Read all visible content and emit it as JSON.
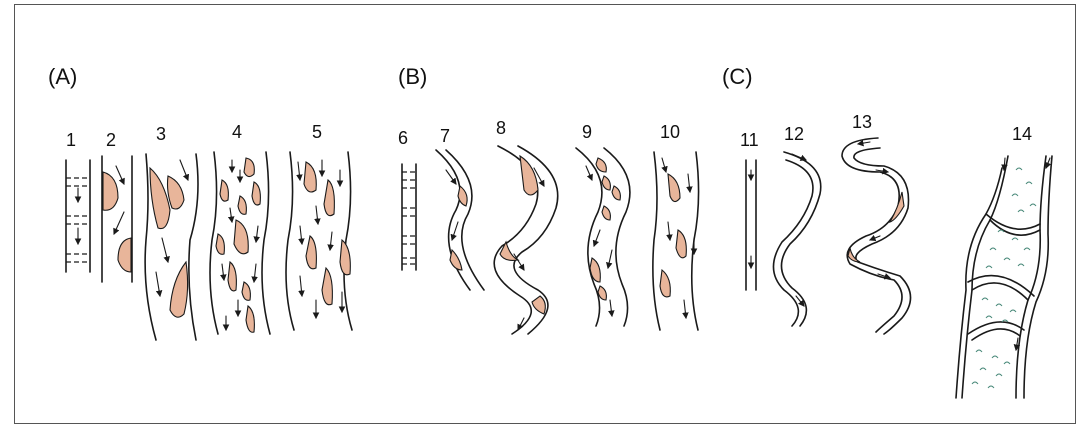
{
  "groups": [
    {
      "label": "(A)",
      "channels": [
        "1",
        "2",
        "3",
        "4",
        "5"
      ]
    },
    {
      "label": "(B)",
      "channels": [
        "6",
        "7",
        "8",
        "9",
        "10"
      ]
    },
    {
      "label": "(C)",
      "channels": [
        "11",
        "12",
        "13",
        "14"
      ]
    }
  ],
  "colors": {
    "bar_fill": "#e8b59a",
    "outline": "#1a1a1a",
    "vegetation": "#4a8a7a",
    "frame": "#555555"
  }
}
